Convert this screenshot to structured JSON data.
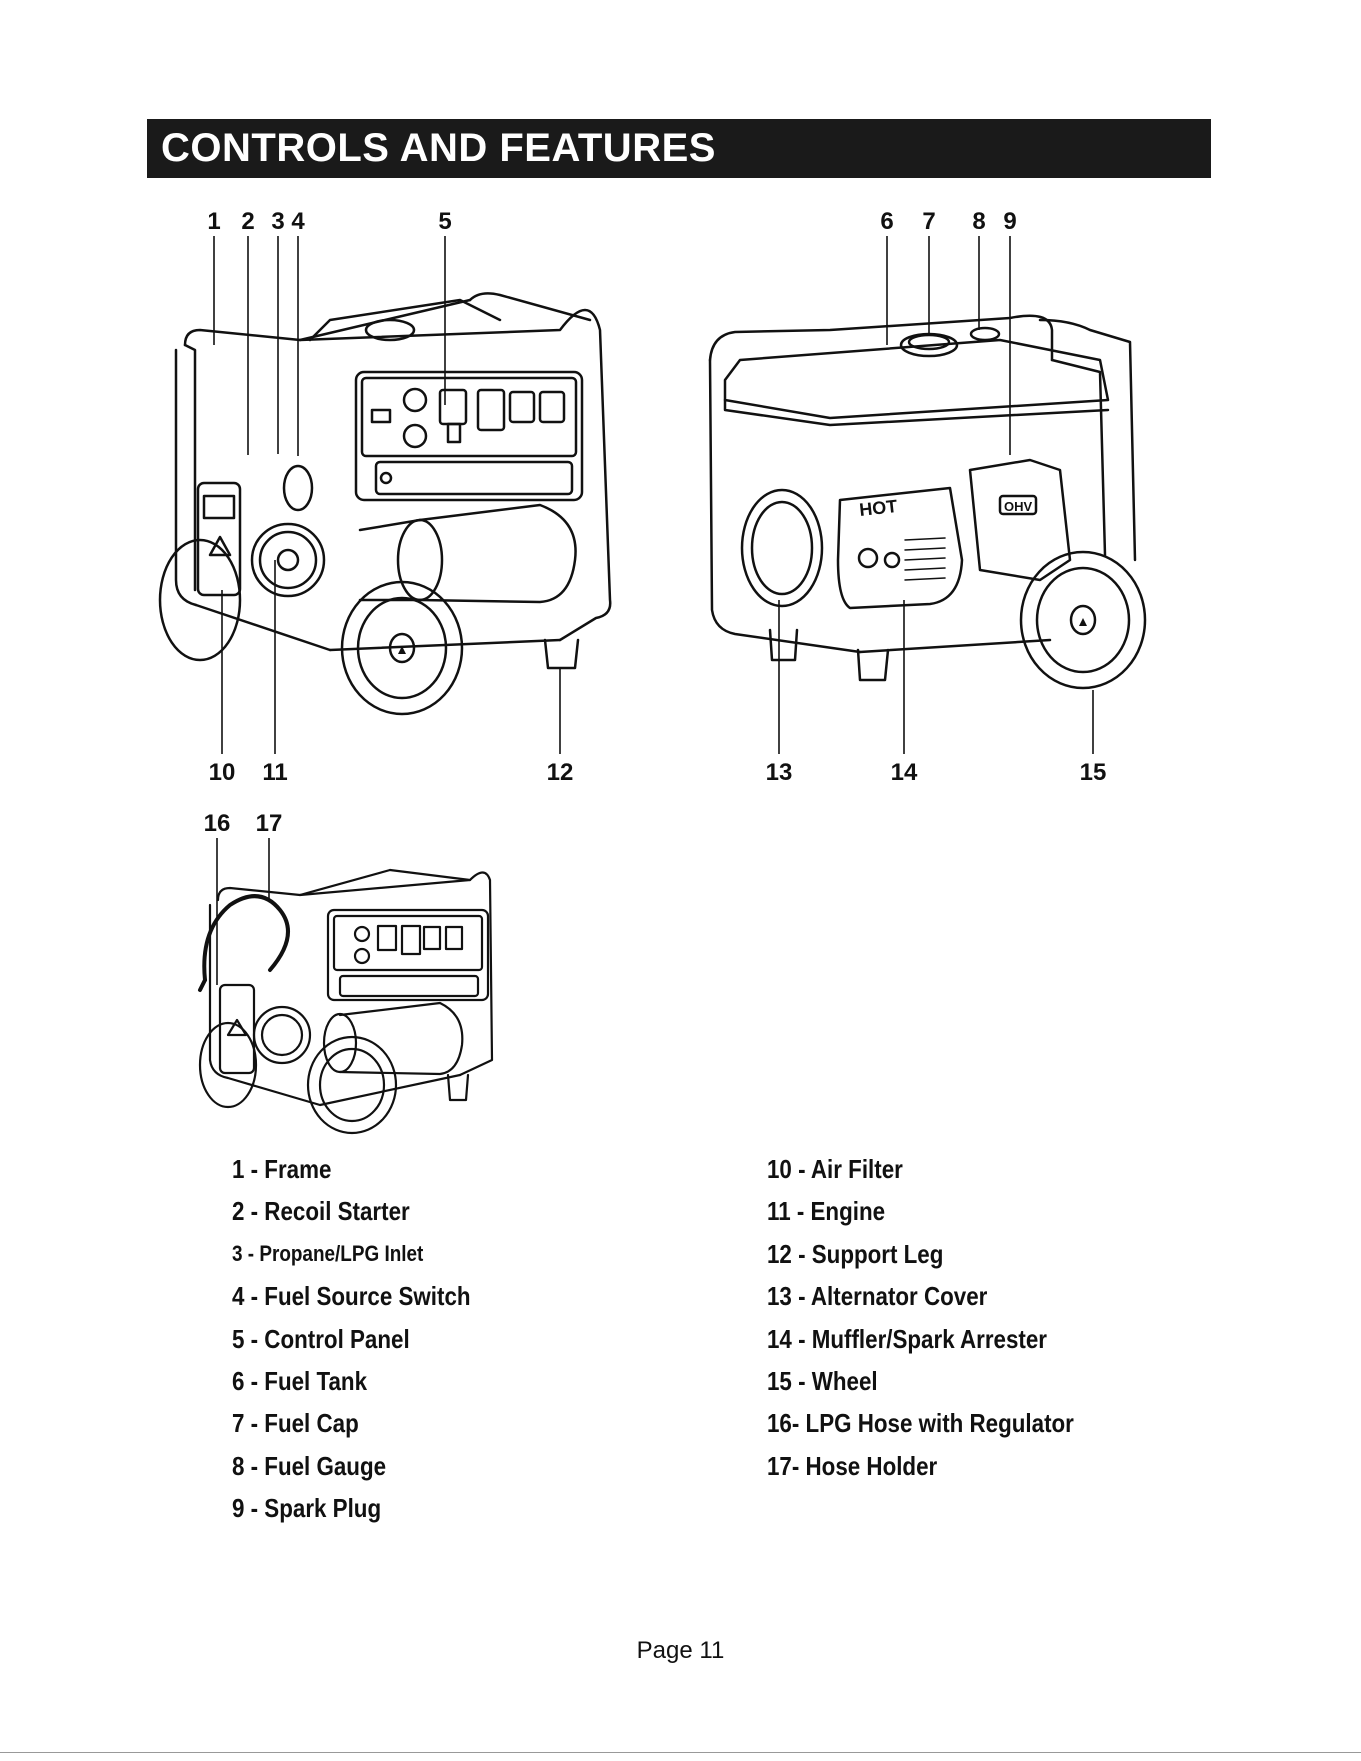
{
  "section_title": "CONTROLS AND FEATURES",
  "callouts": {
    "c1": "1",
    "c2": "2",
    "c3": "3",
    "c4": "4",
    "c5": "5",
    "c6": "6",
    "c7": "7",
    "c8": "8",
    "c9": "9",
    "c10": "10",
    "c11": "11",
    "c12": "12",
    "c13": "13",
    "c14": "14",
    "c15": "15",
    "c16": "16",
    "c17": "17"
  },
  "legend_left": [
    "1 - Frame",
    "2 - Recoil Starter",
    "3 - Propane/LPG Inlet",
    "4 - Fuel Source Switch",
    "5 - Control Panel",
    "6 - Fuel Tank",
    "7 - Fuel Cap",
    "8 - Fuel Gauge",
    "9 - Spark Plug"
  ],
  "legend_right": [
    "10 - Air Filter",
    "11 - Engine",
    "12 - Support Leg",
    "13 - Alternator Cover",
    "14 - Muffler/Spark Arrester",
    "15 - Wheel",
    "16- LPG Hose with Regulator",
    "17- Hose Holder"
  ],
  "figure_markings": {
    "hot": "HOT",
    "ohv": "OHV"
  },
  "page_label": "Page 11"
}
